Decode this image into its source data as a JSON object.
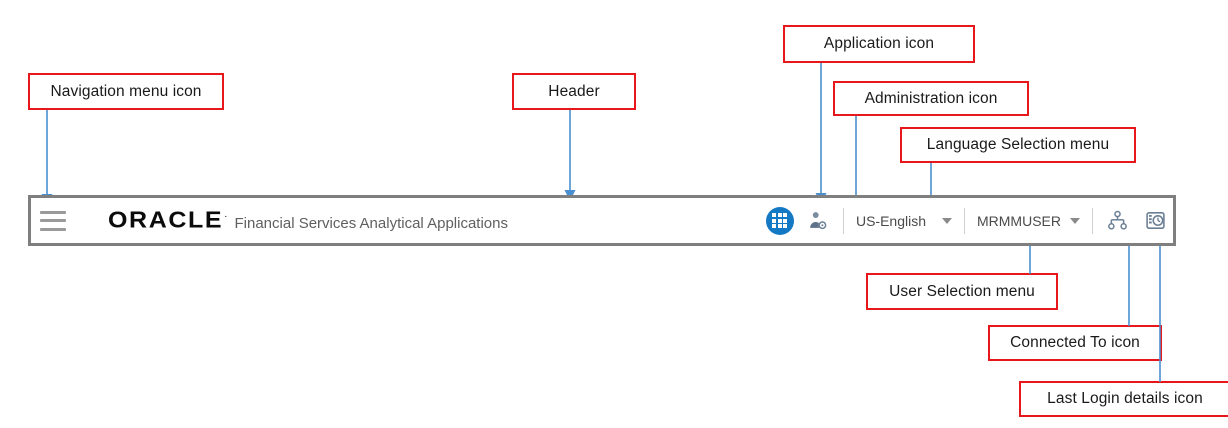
{
  "header": {
    "nav_icon": "hamburger-menu-icon",
    "brand_word": "ORACLE",
    "brand_reg": "·",
    "app_title": "Financial Services Analytical Applications",
    "application_icon": "application-grid-icon",
    "administration_icon": "administration-person-gear-icon",
    "language": {
      "value": "US-English",
      "caret": "chevron-down-icon"
    },
    "user": {
      "value": "MRMMUSER",
      "caret": "chevron-down-icon"
    },
    "connected_to_icon": "network-hierarchy-icon",
    "last_login_icon": "clock-screen-icon"
  },
  "colors": {
    "callout_border": "#e8171b",
    "callout_text": "#1a1a1a",
    "leader_line": "#4a90d0",
    "bar_border": "#7f7f7f",
    "accent_blue": "#1479c4",
    "brand_black": "#0b0b0b",
    "app_title_gray": "#5f5f5f"
  },
  "annotations": [
    {
      "id": "navigation-menu-icon",
      "label": "Navigation menu icon"
    },
    {
      "id": "header",
      "label": "Header"
    },
    {
      "id": "application-icon",
      "label": "Application icon"
    },
    {
      "id": "administration-icon",
      "label": "Administration icon"
    },
    {
      "id": "language-selection-menu",
      "label": "Language Selection menu"
    },
    {
      "id": "user-selection-menu",
      "label": "User Selection menu"
    },
    {
      "id": "connected-to-icon",
      "label": "Connected To icon"
    },
    {
      "id": "last-login-details-icon",
      "label": "Last Login details icon"
    }
  ]
}
